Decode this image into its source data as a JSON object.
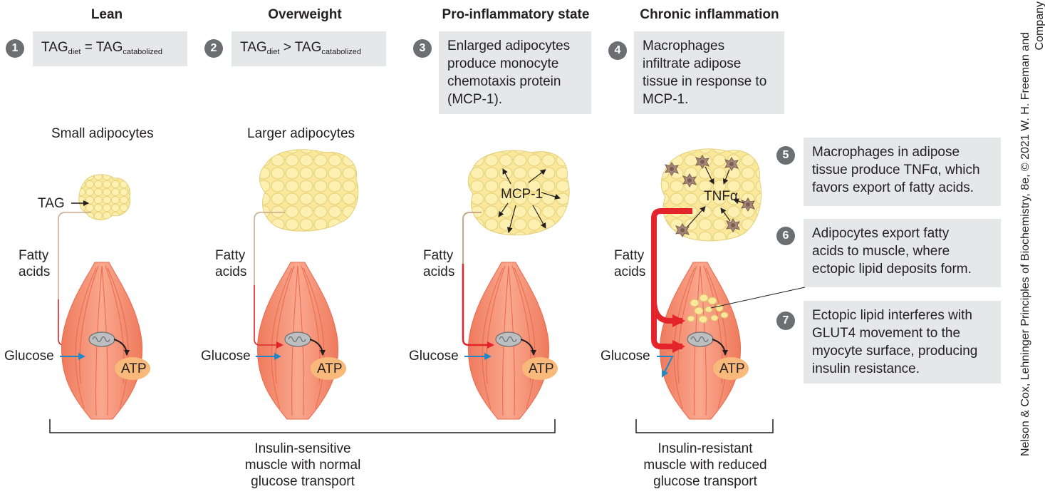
{
  "stages": [
    {
      "title": "Lean",
      "step": "1",
      "box": {
        "lhs": "TAG",
        "lhs_sub": "diet",
        "op": "=",
        "rhs": "TAG",
        "rhs_sub": "catabolized"
      },
      "cell_label": "Small adipocytes"
    },
    {
      "title": "Overweight",
      "step": "2",
      "box": {
        "lhs": "TAG",
        "lhs_sub": "diet",
        "op": ">",
        "rhs": "TAG",
        "rhs_sub": "catabolized"
      },
      "cell_label": "Larger adipocytes"
    },
    {
      "title": "Pro-inflammatory state",
      "step": "3",
      "box_lines": [
        "Enlarged adipocytes",
        "produce monocyte",
        "chemotaxis protein",
        "(MCP-1)."
      ]
    },
    {
      "title": "Chronic inflammation",
      "step": "4",
      "box_lines": [
        "Macrophages",
        "infiltrate adipose",
        "tissue in response to",
        "MCP-1."
      ]
    }
  ],
  "side_steps": [
    {
      "step": "5",
      "lines": [
        "Macrophages in adipose",
        "tissue produce TNFα, which",
        "favors export of fatty acids."
      ]
    },
    {
      "step": "6",
      "lines": [
        "Adipocytes export fatty",
        "acids to muscle, where",
        "ectopic lipid deposits form."
      ]
    },
    {
      "step": "7",
      "lines": [
        "Ectopic lipid interferes with",
        "GLUT4 movement to the",
        "myocyte surface, producing",
        "insulin resistance."
      ]
    }
  ],
  "labels": {
    "tag": "TAG",
    "fatty_acids": [
      "Fatty",
      "acids"
    ],
    "glucose": "Glucose",
    "atp": "ATP",
    "mcp1": "MCP-1",
    "tnf": "TNFα"
  },
  "brackets": {
    "sensitive": [
      "Insulin-sensitive",
      "muscle with normal",
      "glucose transport"
    ],
    "resistant": [
      "Insulin-resistant",
      "muscle with reduced",
      "glucose transport"
    ]
  },
  "credit": [
    "Nelson & Cox, Lehninger Principles of Biochemistry, 8e, © 2021 W. H. Freeman and",
    "Company"
  ],
  "colors": {
    "fat": "#fbe89a",
    "fat_edge": "#d9c46a",
    "muscle": "#f48b6f",
    "muscle_stripe": "#e9694d",
    "atp": "#f9b97a",
    "red_arrow": "#e3242b",
    "blue_arrow": "#1e88c9",
    "tan_line": "#c8a98a",
    "box_bg": "#e6e7e8",
    "step_circle": "#6d6e71",
    "macrophage": "#a8887a"
  }
}
